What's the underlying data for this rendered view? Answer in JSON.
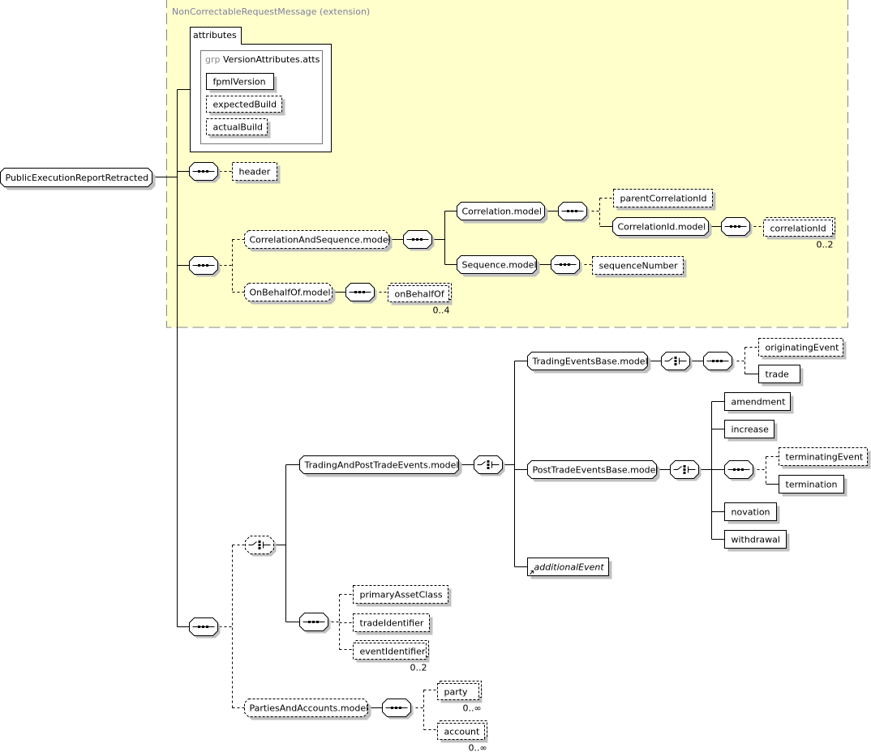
{
  "extension": {
    "title": "NonCorrectableRequestMessage (extension)"
  },
  "attributes": {
    "tab_label": "attributes",
    "group_prefix": "grp",
    "group_name": "VersionAttributes.atts",
    "items": [
      "fpmlVersion",
      "expectedBuild",
      "actualBuild"
    ]
  },
  "root": "PublicExecutionReportRetracted",
  "nodes": {
    "header": "header",
    "correlation_and_sequence": "CorrelationAndSequence.model",
    "on_behalf_of_model": "OnBehalfOf.model",
    "correlation_model": "Correlation.model",
    "sequence_model": "Sequence.model",
    "parent_correlation_id": "parentCorrelationId",
    "correlation_id_model": "CorrelationId.model",
    "correlation_id": "correlationId",
    "sequence_number": "sequenceNumber",
    "on_behalf_of": "onBehalfOf",
    "trading_and_post_trade": "TradingAndPostTradeEvents.model",
    "trading_events_base": "TradingEventsBase.model",
    "post_trade_events_base": "PostTradeEventsBase.model",
    "additional_event": "additionalEvent",
    "originating_event": "originatingEvent",
    "trade": "trade",
    "amendment": "amendment",
    "increase": "increase",
    "terminating_event": "terminatingEvent",
    "termination": "termination",
    "novation": "novation",
    "withdrawal": "withdrawal",
    "primary_asset_class": "primaryAssetClass",
    "trade_identifier": "tradeIdentifier",
    "event_identifier": "eventIdentifier",
    "parties_and_accounts": "PartiesAndAccounts.model",
    "party": "party",
    "account": "account"
  },
  "cardinalities": {
    "correlation_id": "0..2",
    "on_behalf_of": "0..4",
    "event_identifier": "0..2",
    "party": "0..∞",
    "account": "0..∞"
  },
  "colors": {
    "extension_bg": "#ffffcc",
    "extension_border": "#888888",
    "shadow": "#c0c0c0",
    "muted_text": "#7f7f9f"
  }
}
